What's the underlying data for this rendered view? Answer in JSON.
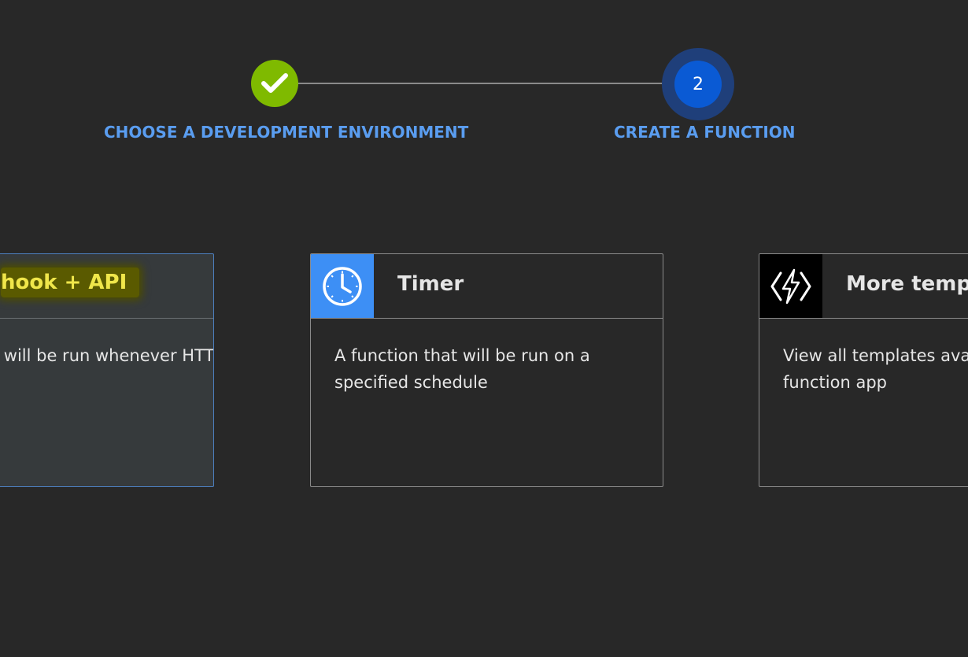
{
  "stepper": {
    "steps": [
      {
        "label": "CHOOSE A DEVELOPMENT ENVIRONMENT",
        "state": "complete"
      },
      {
        "label": "CREATE A FUNCTION",
        "state": "active",
        "number": "2"
      }
    ]
  },
  "cards": [
    {
      "title": "hook + API",
      "description": "at will be run whenever\nHTTP request",
      "state": "selected",
      "icon": "webhook-icon"
    },
    {
      "title": "Timer",
      "description": "A function that will be run on a\nspecified schedule",
      "icon": "clock-icon"
    },
    {
      "title": "More templa",
      "description": "View all templates ava\nfunction app",
      "icon": "function-icon"
    }
  ],
  "colors": {
    "background": "#282828",
    "step_complete": "#7fba00",
    "step_active": "#0a5ad4",
    "step_label": "#5a9df0",
    "timer_icon_bg": "#3d8ff5",
    "highlight": "#f0e64a"
  }
}
